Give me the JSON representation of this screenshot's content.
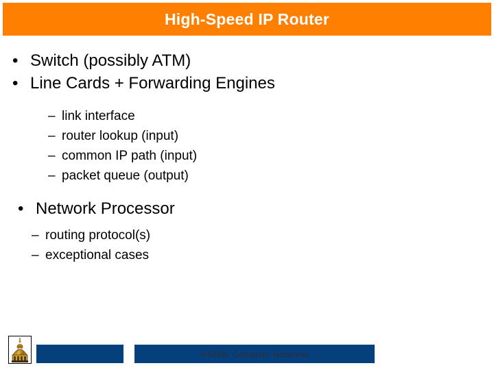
{
  "slide": {
    "title": "High-Speed IP Router",
    "title_bar_color": "#ff8000",
    "title_text_color": "#ffffff",
    "background_color": "#ffffff"
  },
  "content": {
    "groups": [
      {
        "bullets": [
          {
            "marker": "•",
            "text": "Switch (possibly ATM)"
          },
          {
            "marker": "•",
            "text": "Line Cards + Forwarding Engines"
          }
        ],
        "sub_bullets": [
          {
            "marker": "–",
            "text": "link interface"
          },
          {
            "marker": "–",
            "text": "router lookup (input)"
          },
          {
            "marker": "–",
            "text": "common IP path (input)"
          },
          {
            "marker": "–",
            "text": "packet queue (output)"
          }
        ]
      },
      {
        "bullets": [
          {
            "marker": "•",
            "text": "Network Processor"
          }
        ],
        "sub_bullets": [
          {
            "marker": "–",
            "text": "routing protocol(s)"
          },
          {
            "marker": "–",
            "text": "exceptional cases"
          }
        ]
      }
    ]
  },
  "footer": {
    "note": "4/598N: Computer Networks",
    "bar_color": "#05407d",
    "note_color": "#2d2d35",
    "logo_name": "university-dome-logo"
  }
}
